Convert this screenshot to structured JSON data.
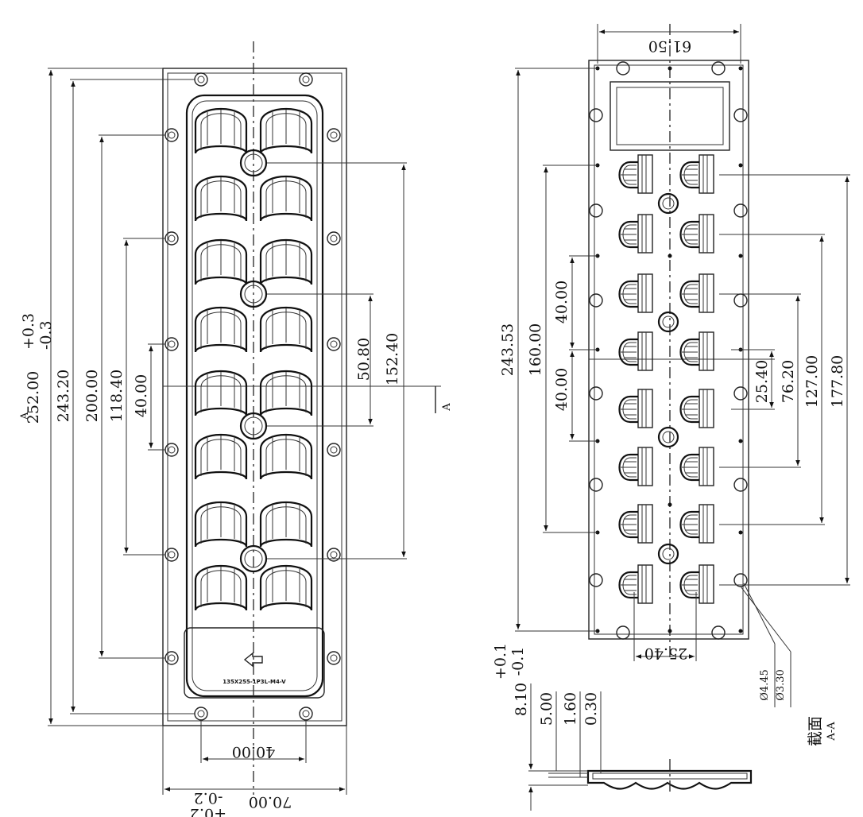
{
  "left_view": {
    "height_total": "252.00",
    "height_tol_plus": "+0.3",
    "height_tol_minus": "-0.3",
    "height_superscript": "A",
    "dim_243_20": "243.20",
    "dim_200_00": "200.00",
    "dim_118_40": "118.40",
    "dim_40_00": "40.00",
    "dim_50_80": "50.80",
    "dim_152_40": "152.40",
    "section_marker": "A",
    "bottom_40_00": "40.00",
    "width_total": "70.00",
    "width_tol_plus": "+0.2",
    "width_tol_minus": "-0.2",
    "part_number": "135X255-1P3L-M4-V"
  },
  "right_view": {
    "top_61_50": "61.50",
    "dim_243_53": "243.53",
    "dim_160_00": "160.00",
    "dim_40_00_a": "40.00",
    "dim_40_00_b": "40.00",
    "dim_25_40": "25.40",
    "dim_76_20": "76.20",
    "dim_127_00": "127.00",
    "dim_177_80": "177.80",
    "bottom_25_40": "25.40",
    "hole_a": "Ø4.45",
    "hole_b": "Ø3.30"
  },
  "section_view": {
    "dim_8_10": "8.10",
    "tol_plus": "+0.1",
    "tol_minus": "-0.1",
    "dim_5_00": "5.00",
    "dim_1_60": "1.60",
    "dim_0_30": "0.30",
    "label": "截面",
    "label_sub": "A-A"
  }
}
